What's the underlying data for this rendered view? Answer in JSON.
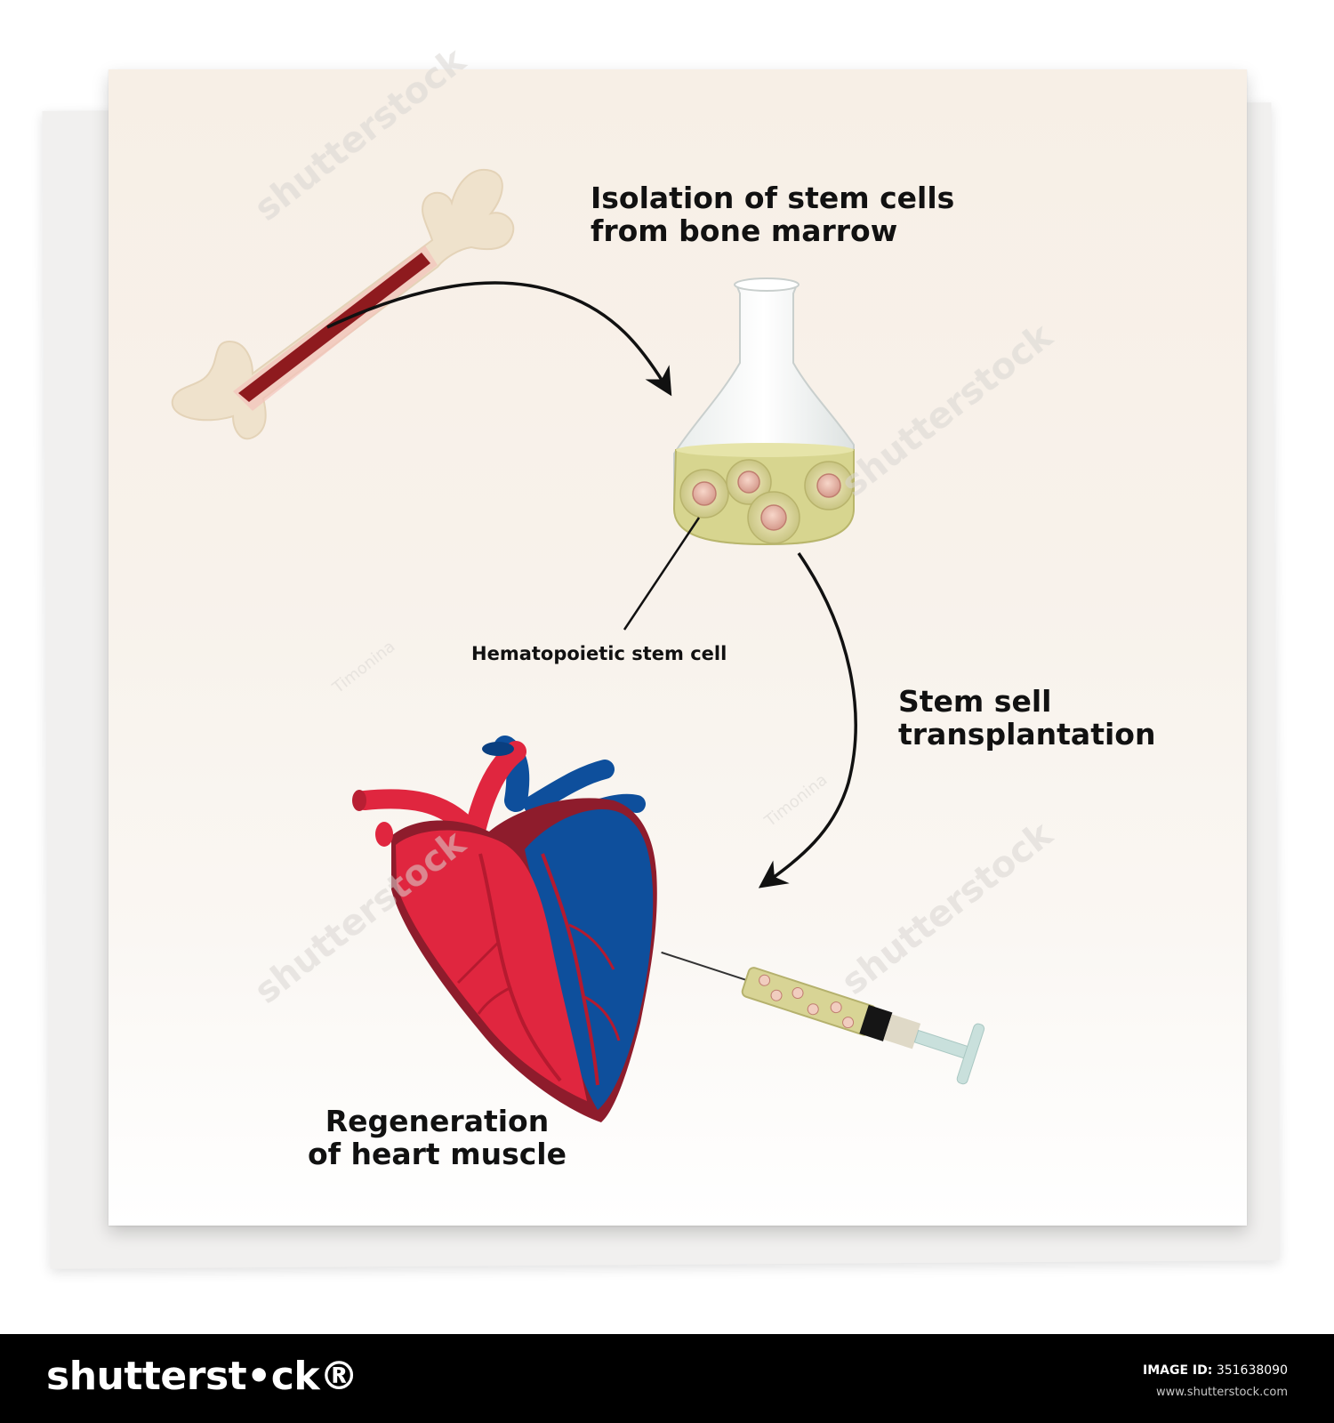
{
  "labels": {
    "isolation": [
      "Isolation  of stem cells",
      "from bone marrow"
    ],
    "hematopoietic": "Hematopoietic stem cell",
    "transplantation": [
      "Stem sell",
      "transplantation"
    ],
    "regeneration": [
      "Regeneration",
      "of heart muscle"
    ]
  },
  "footer": {
    "brand": "shutterst•ck®",
    "image_id_label": "IMAGE ID:",
    "image_id": "351638090",
    "site": "www.shutterstock.com"
  },
  "watermark": {
    "text": "shutterstock",
    "author": "Timonina"
  },
  "colors": {
    "bone": "#efe2cc",
    "marrow": "#8e1a1e",
    "fluid": "#d7d58f",
    "heart_red": "#e0263f",
    "heart_blue": "#0e4f9c",
    "heart_dark": "#8e1c2c"
  }
}
